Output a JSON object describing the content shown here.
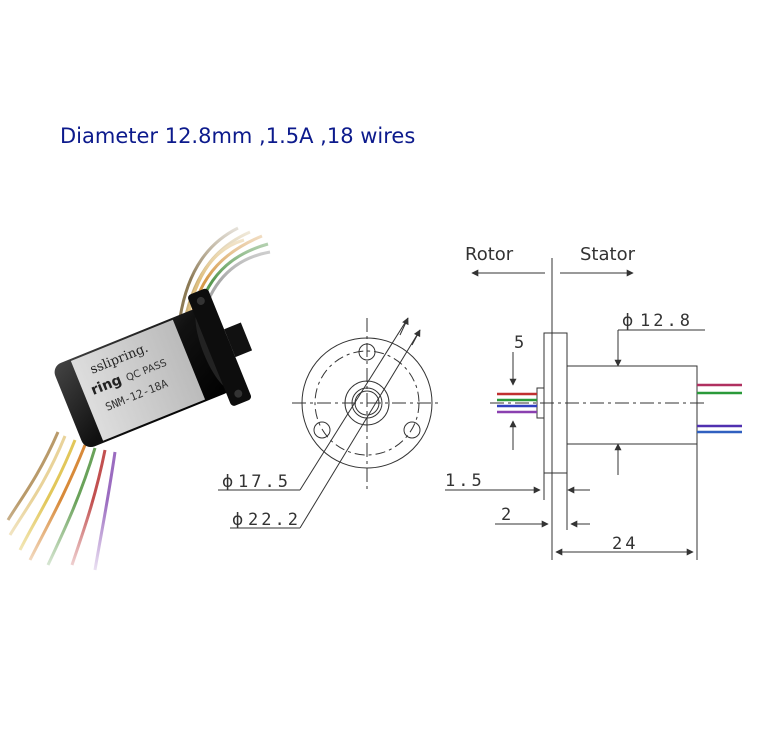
{
  "title": "Diameter 12.8mm ,1.5A ,18 wires",
  "product_photo": {
    "label_lines": [
      "sslipring.",
      "ring",
      "QC PASS",
      "SNM-12-18A"
    ]
  },
  "front_view": {
    "dim_inner": "17.5",
    "dim_outer": "22.2",
    "phi_symbol": "ϕ"
  },
  "side_view": {
    "rotor_label": "Rotor",
    "stator_label": "Stator",
    "dim_body_diameter": "12.8",
    "dim_flange_height": "5",
    "dim_flange_thickness": "1.5",
    "dim_shoulder": "2",
    "dim_length": "24",
    "phi_symbol": "ϕ"
  },
  "colors": {
    "title": "#0c1a8c",
    "line": "#333333",
    "body": "#1a1a1a"
  }
}
